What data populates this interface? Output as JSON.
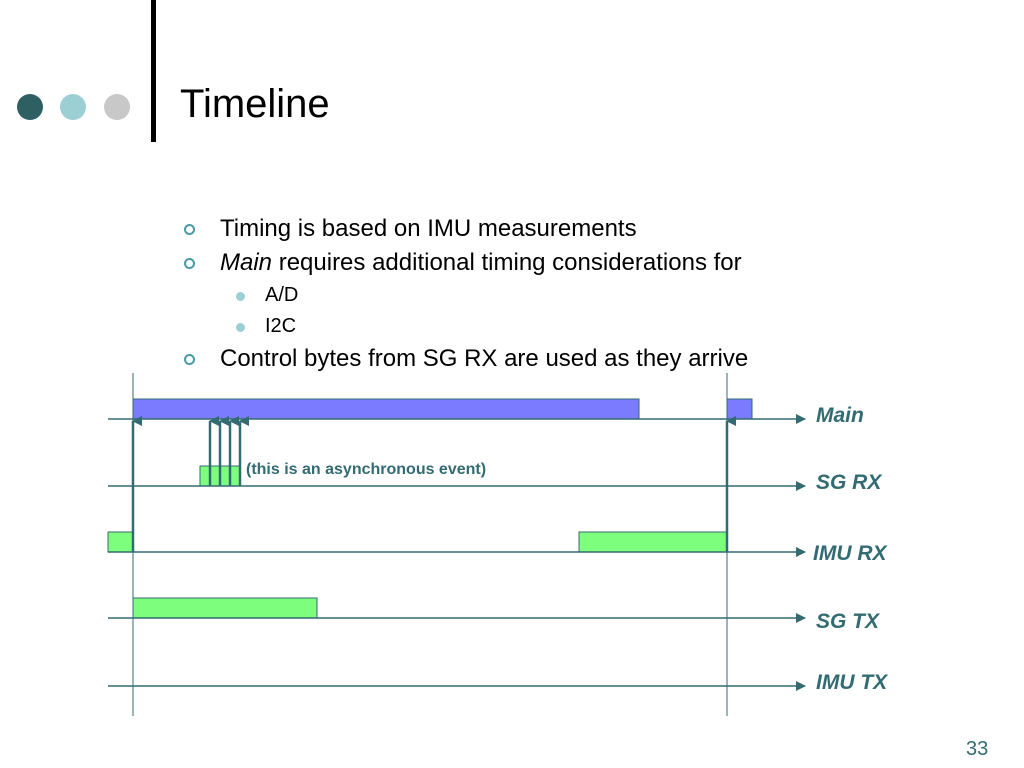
{
  "slide": {
    "title": "Timeline",
    "page_number": "33"
  },
  "bullets": [
    {
      "level": 1,
      "text": "Timing is based on IMU measurements"
    },
    {
      "level": 1,
      "italic_prefix": "Main",
      "text": " requires additional timing considerations for"
    },
    {
      "level": 2,
      "text": "A/D"
    },
    {
      "level": 2,
      "text": "I2C"
    },
    {
      "level": 1,
      "text": "Control bytes from SG RX are used as they arrive"
    }
  ],
  "diagram": {
    "lanes": [
      {
        "name": "Main"
      },
      {
        "name": "SG RX"
      },
      {
        "name": "IMU RX"
      },
      {
        "name": "SG TX"
      },
      {
        "name": "IMU TX"
      }
    ],
    "annotation": "(this is an asynchronous event)",
    "colors": {
      "main_fill": "#7b7bff",
      "io_fill": "#7dff7d",
      "line": "#336b72",
      "label": "#336b72"
    }
  }
}
